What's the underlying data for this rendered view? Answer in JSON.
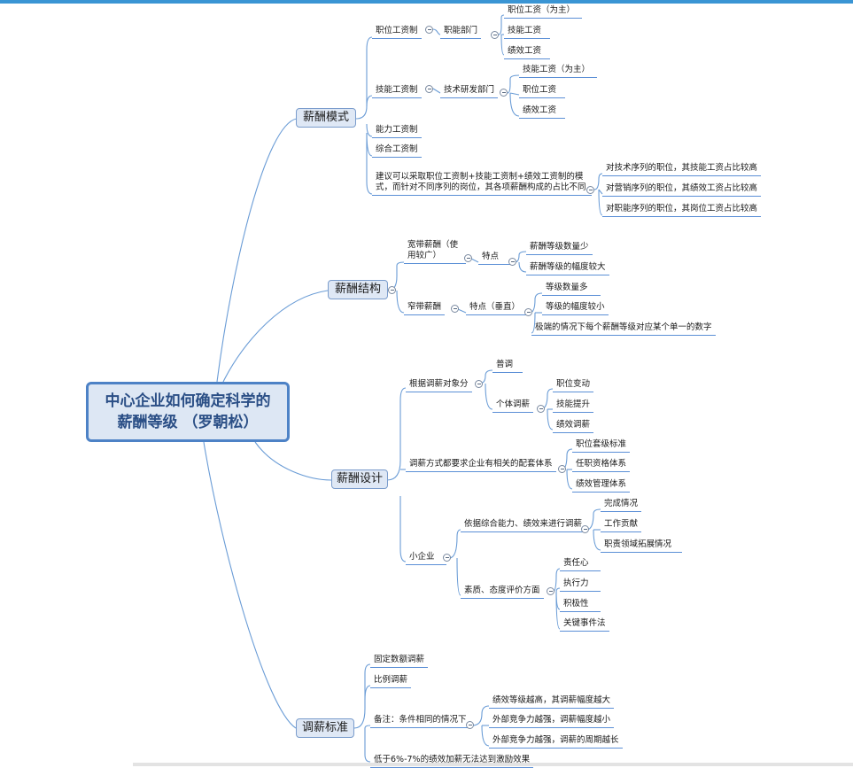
{
  "root": {
    "title": "中心企业如何确定科学的薪酬等级 （罗朝松）"
  },
  "branches": [
    {
      "label": "薪酬模式",
      "children": {
        "a": "职位工资制",
        "a1": "职能部门",
        "a1a": "职位工资（为主）",
        "a1b": "技能工资",
        "a1c": "绩效工资",
        "b": "技能工资制",
        "b1": "技术研发部门",
        "b1a": "技能工资（为主）",
        "b1b": "职位工资",
        "b1c": "绩效工资",
        "c": "能力工资制",
        "d": "综合工资制",
        "e": "建议可以采取职位工资制+技能工资制+绩效工资制的模式，而针对不同序列的岗位，其各项薪酬构成的占比不同",
        "e1": "对技术序列的职位，其技能工资占比较高",
        "e2": "对营销序列的职位，其绩效工资占比较高",
        "e3": "对职能序列的职位，其岗位工资占比较高"
      }
    },
    {
      "label": "薪酬结构",
      "children": {
        "a": "宽带薪酬（使用较广）",
        "a1": "特点",
        "a1a": "薪酬等级数量少",
        "a1b": "薪酬等级的幅度较大",
        "b": "窄带薪酬",
        "b1": "特点（垂直）",
        "b1a": "等级数量多",
        "b1b": "等级的幅度较小",
        "b1c": "极端的情况下每个薪酬等级对应某个单一的数字"
      }
    },
    {
      "label": "薪酬设计",
      "children": {
        "a": "根据调薪对象分",
        "a1": "普调",
        "a2": "个体调薪",
        "a2a": "职位变动",
        "a2b": "技能提升",
        "a2c": "绩效调薪",
        "b": "调薪方式都要求企业有相关的配套体系",
        "b1": "职位套级标准",
        "b2": "任职资格体系",
        "b3": "绩效管理体系",
        "c": "小企业",
        "c1": "依据综合能力、绩效来进行调薪",
        "c1a": "完成情况",
        "c1b": "工作贡献",
        "c1c": "职责领域拓展情况",
        "c2": "素质、态度评价方面",
        "c2a": "责任心",
        "c2b": "执行力",
        "c2c": "积极性",
        "c2d": "关键事件法"
      }
    },
    {
      "label": "调薪标准",
      "children": {
        "a": "固定数额调薪",
        "b": "比例调薪",
        "c": "备注：条件相同的情况下",
        "c1": "绩效等级越高，其调薪幅度越大",
        "c2": "外部竞争力越强，调薪幅度越小",
        "c3": "外部竞争力越强，调薪的周期越长",
        "d": "低于6%-7%的绩效加薪无法达到激励效果"
      }
    }
  ]
}
